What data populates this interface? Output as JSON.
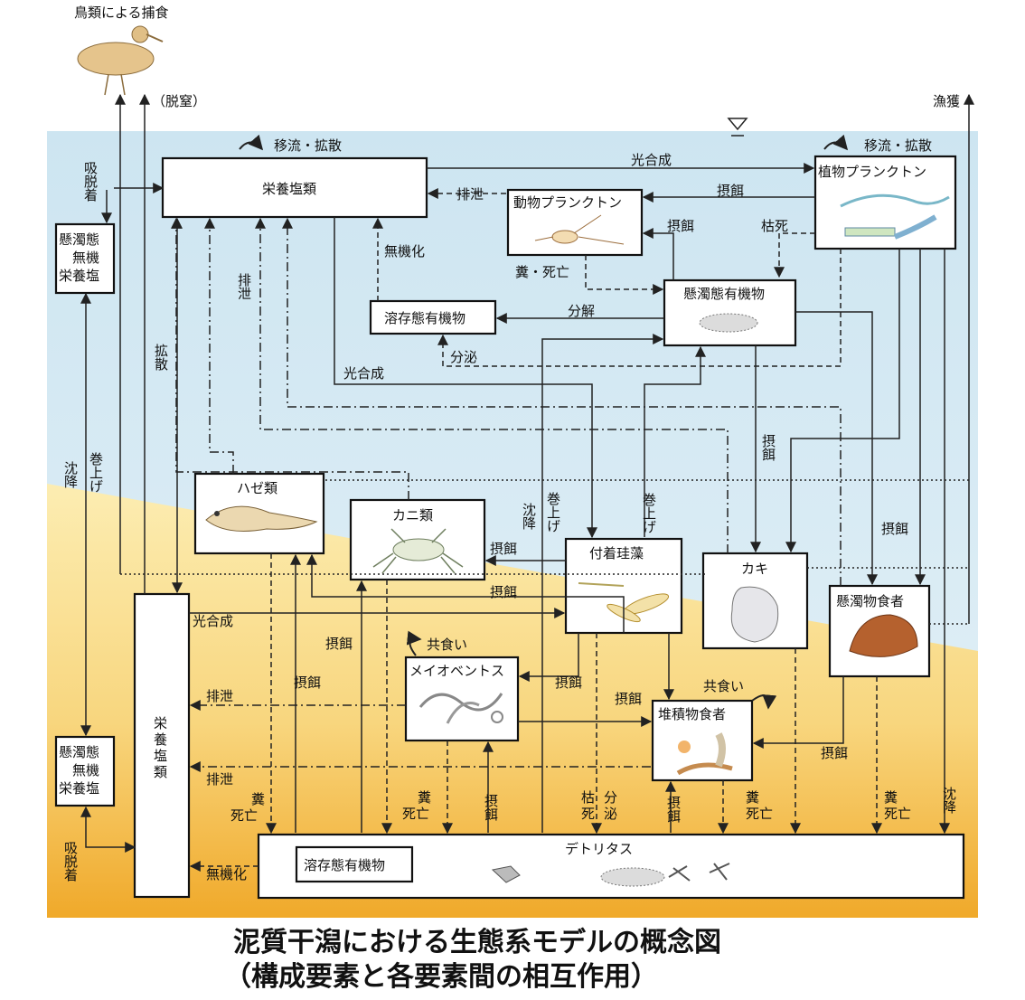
{
  "diagram": {
    "title_line1": "泥質干潟における生態系モデルの概念図",
    "title_line2": "（構成要素と各要素間の相互作用）",
    "nodes": {
      "nutrients_water": "栄養塩類",
      "nutrients_sediment": "栄養塩類",
      "phytoplankton": "植物プランクトン",
      "zooplankton": "動物プランクトン",
      "suspended_organic": "懸濁態有機物",
      "dissolved_organic_water": "溶存態有機物",
      "dissolved_organic_sediment": "溶存態有機物",
      "suspended_inorganic_water": "懸濁態無機栄養塩",
      "suspended_inorganic_sediment": "懸濁態無機栄養塩",
      "goby": "ハゼ類",
      "crab": "カニ類",
      "diatom": "付着珪藻",
      "oyster": "カキ",
      "suspension_feeder": "懸濁物食者",
      "meiobenthos": "メイオベントス",
      "deposit_feeder": "堆積物食者",
      "detritus": "デトリタス"
    },
    "labels": {
      "bird_predation": "鳥類による捕食",
      "denitrification": "（脱窒）",
      "fishing": "漁獲",
      "advection_left": "移流・拡散",
      "advection_right": "移流・拡散",
      "photosynthesis_top": "光合成",
      "photosynthesis_mid": "光合成",
      "photosynthesis_sed": "光合成",
      "excretion_top": "排泄",
      "excretion_vert": "排泄",
      "excretion_sed1": "排泄",
      "excretion_sed2": "排泄",
      "feeding": "摂餌",
      "wither": "枯死",
      "inorganic": "無機化",
      "inorganic_sed": "無機化",
      "feces_death": "糞・死亡",
      "decompose": "分解",
      "secretion": "分泌",
      "adsorb_top": "吸脱着",
      "adsorb_bottom": "吸脱着",
      "diffusion": "拡散",
      "resuspend_left": "巻上げ",
      "settle_left": "沈降",
      "resuspend_mid": "巻上げ",
      "settle_mid": "沈降",
      "resuspend_right": "巻上げ",
      "cannibal1": "共食い",
      "cannibal2": "共食い",
      "feces2": "糞",
      "death2": "死亡",
      "wither2": "枯",
      "death3": "死",
      "secrete2": "分",
      "secrete3": "泌",
      "settle_far": "沈降"
    },
    "colors": {
      "water_top": "#cfe6f1",
      "water_bottom": "#e2f0f7",
      "sediment_top": "#fbe9a7",
      "sediment_bottom": "#f1ad2f"
    }
  }
}
